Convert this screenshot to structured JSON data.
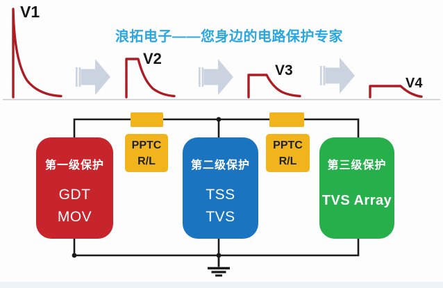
{
  "header": {
    "title": "浪拓电子——您身边的电路保护专家"
  },
  "waveform_labels": [
    "V1",
    "V2",
    "V3",
    "V4"
  ],
  "protection_stages": [
    {
      "title": "第一级保护",
      "devices": [
        "GDT",
        "MOV"
      ],
      "color": "#C8242B"
    },
    {
      "title": "第二级保护",
      "devices": [
        "TSS",
        "TVS"
      ],
      "color": "#1B74C0"
    },
    {
      "title": "第三级保护",
      "devices": [
        "TVS Array"
      ],
      "color": "#27AF4C"
    }
  ],
  "series_components": [
    {
      "line1": "PPTC",
      "line2": "R/L"
    },
    {
      "line1": "PPTC",
      "line2": "R/L"
    }
  ],
  "colors": {
    "title_blue": "#2AA7E0",
    "waveform_red": "#AE1C23",
    "arrow_gray": "#CBD3E0",
    "wire_black": "#1A1A1A",
    "component_yellow": "#F2B41D",
    "component_text": "#1D2130",
    "baseline_gray": "#C6CACF"
  }
}
